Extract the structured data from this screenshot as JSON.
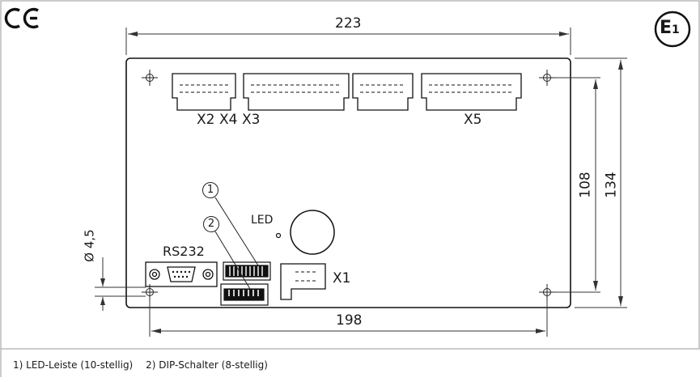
{
  "marks": {
    "ce": "CE",
    "e1": "E1"
  },
  "dimensions": {
    "overall_width": "223",
    "hole_spacing_horizontal": "198",
    "overall_height": "134",
    "hole_spacing_vertical": "108",
    "hole_diameter": "Ø 4,5"
  },
  "connectors": {
    "x2": "X2",
    "x4": "X4",
    "x3": "X3",
    "x5": "X5",
    "x1": "X1",
    "rs232": "RS232",
    "led": "LED"
  },
  "callouts": {
    "one": "1",
    "two": "2"
  },
  "footnotes": {
    "item1": "1) LED-Leiste (10-stellig)",
    "item2": "2) DIP-Schalter (8-stellig)"
  }
}
